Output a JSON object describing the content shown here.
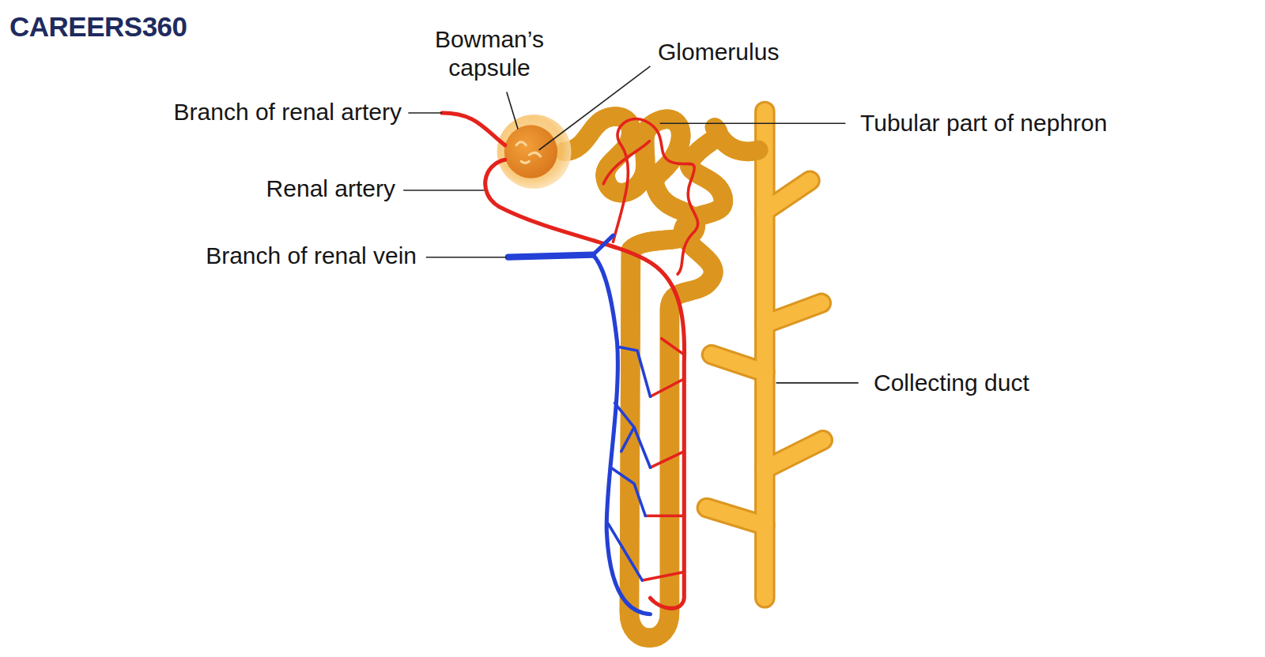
{
  "diagram": {
    "labels": [
      "CAREERS360",
      "Bowman’s capsule",
      "Glomerulus",
      "Branch of renal artery",
      "Tubular part of nephron",
      "Renal artery",
      "Branch of renal vein",
      "Collecting duct"
    ]
  }
}
